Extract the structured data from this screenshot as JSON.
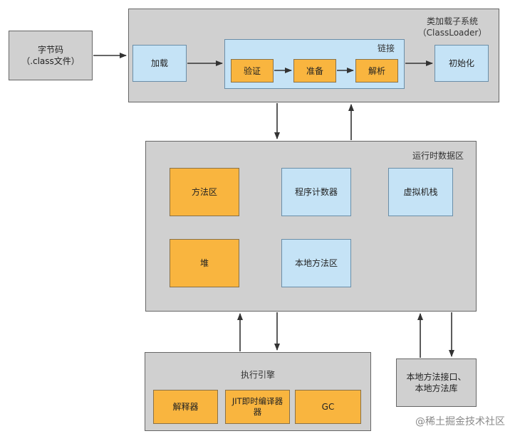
{
  "bytecode": "字节码\n（.class文件）",
  "class_loader": {
    "title": "类加载子系统\n（ClassLoader）",
    "load": "加载",
    "linking": {
      "title": "链接",
      "verify": "验证",
      "prepare": "准备",
      "resolve": "解析"
    },
    "init": "初始化"
  },
  "runtime_data_area": {
    "title": "运行时数据区",
    "method_area": "方法区",
    "pc_register": "程序计数器",
    "vm_stack": "虚拟机栈",
    "heap": "堆",
    "native_method_area": "本地方法区"
  },
  "execution_engine": {
    "title": "执行引擎",
    "interpreter": "解释器",
    "jit": "JIT即时编译器\n器",
    "gc": "GC"
  },
  "native_interface": "本地方法接口、\n本地方法库",
  "watermark": "@稀土掘金技术社区",
  "colors": {
    "container": "#d0d0d0",
    "blue_block": "#c5e3f6",
    "orange_block": "#f9b53f",
    "arrow": "#333333"
  }
}
